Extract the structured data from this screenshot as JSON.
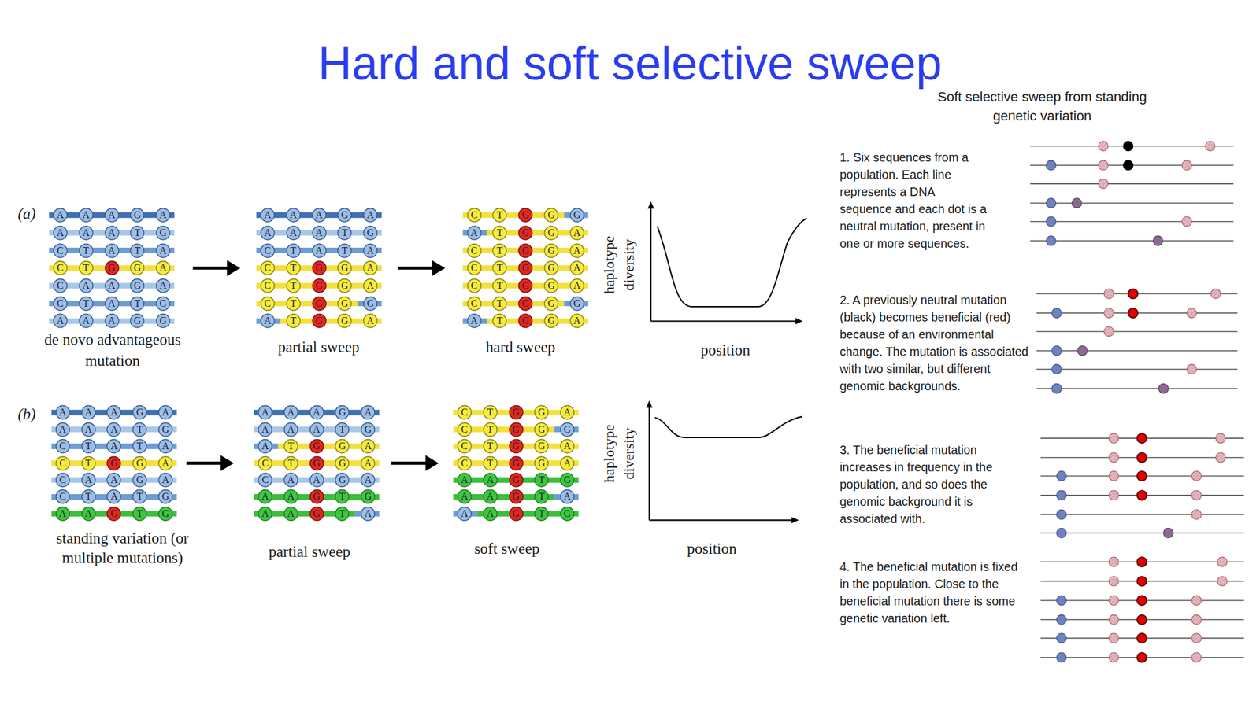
{
  "diagram": {
    "title": "Hard and soft selective sweep",
    "nodes": [
      {
        "text": [
          "A"
        ]
      },
      {
        "text": [
          "A"
        ]
      },
      {
        "text": [
          "A"
        ]
      },
      {
        "text": [
          "G"
        ]
      },
      {
        "text": [
          "A"
        ]
      },
      {
        "text": [
          "A"
        ]
      },
      {
        "text": [
          "A"
        ]
      },
      {
        "text": [
          "A"
        ]
      },
      {
        "text": [
          "T"
        ]
      },
      {
        "text": [
          "G"
        ]
      },
      {
        "text": [
          "C"
        ]
      },
      {
        "text": [
          "T"
        ]
      },
      {
        "text": [
          "A"
        ]
      },
      {
        "text": [
          "T"
        ]
      },
      {
        "text": [
          "A"
        ]
      },
      {
        "text": [
          "C"
        ]
      },
      {
        "text": [
          "T"
        ]
      },
      {
        "text": [
          "G"
        ]
      },
      {
        "text": [
          "G"
        ]
      },
      {
        "text": [
          "A"
        ]
      },
      {
        "text": [
          "C"
        ]
      },
      {
        "text": [
          "A"
        ]
      },
      {
        "text": [
          "A"
        ]
      },
      {
        "text": [
          "G"
        ]
      },
      {
        "text": [
          "A"
        ]
      },
      {
        "text": [
          "C"
        ]
      },
      {
        "text": [
          "T"
        ]
      },
      {
        "text": [
          "A"
        ]
      },
      {
        "text": [
          "T"
        ]
      },
      {
        "text": [
          "G"
        ]
      },
      {
        "text": [
          "A"
        ]
      },
      {
        "text": [
          "A"
        ]
      },
      {
        "text": [
          "A"
        ]
      },
      {
        "text": [
          "G"
        ]
      },
      {
        "text": [
          "G"
        ]
      },
      {
        "text": [
          "A"
        ]
      },
      {
        "text": [
          "A"
        ]
      },
      {
        "text": [
          "A"
        ]
      },
      {
        "text": [
          "G"
        ]
      },
      {
        "text": [
          "A"
        ]
      },
      {
        "text": [
          "A"
        ]
      },
      {
        "text": [
          "A"
        ]
      },
      {
        "text": [
          "A"
        ]
      },
      {
        "text": [
          "T"
        ]
      },
      {
        "text": [
          "G"
        ]
      },
      {
        "text": [
          "C"
        ]
      },
      {
        "text": [
          "T"
        ]
      },
      {
        "text": [
          "A"
        ]
      },
      {
        "text": [
          "T"
        ]
      },
      {
        "text": [
          "A"
        ]
      },
      {
        "text": [
          "C"
        ]
      },
      {
        "text": [
          "T"
        ]
      },
      {
        "text": [
          "G"
        ]
      },
      {
        "text": [
          "G"
        ]
      },
      {
        "text": [
          "A"
        ]
      },
      {
        "text": [
          "C"
        ]
      },
      {
        "text": [
          "T"
        ]
      },
      {
        "text": [
          "G"
        ]
      },
      {
        "text": [
          "G"
        ]
      },
      {
        "text": [
          "A"
        ]
      },
      {
        "text": [
          "C"
        ]
      },
      {
        "text": [
          "T"
        ]
      },
      {
        "text": [
          "G"
        ]
      },
      {
        "text": [
          "G"
        ]
      },
      {
        "text": [
          "G"
        ]
      },
      {
        "text": [
          "A"
        ]
      },
      {
        "text": [
          "T"
        ]
      },
      {
        "text": [
          "G"
        ]
      },
      {
        "text": [
          "G"
        ]
      },
      {
        "text": [
          "A"
        ]
      },
      {
        "text": [
          "C"
        ]
      },
      {
        "text": [
          "T"
        ]
      },
      {
        "text": [
          "G"
        ]
      },
      {
        "text": [
          "G"
        ]
      },
      {
        "text": [
          "G"
        ]
      },
      {
        "text": [
          "A"
        ]
      },
      {
        "text": [
          "T"
        ]
      },
      {
        "text": [
          "G"
        ]
      },
      {
        "text": [
          "G"
        ]
      },
      {
        "text": [
          "A"
        ]
      },
      {
        "text": [
          "C"
        ]
      },
      {
        "text": [
          "T"
        ]
      },
      {
        "text": [
          "G"
        ]
      },
      {
        "text": [
          "G"
        ]
      },
      {
        "text": [
          "A"
        ]
      },
      {
        "text": [
          "C"
        ]
      },
      {
        "text": [
          "T"
        ]
      },
      {
        "text": [
          "G"
        ]
      },
      {
        "text": [
          "G"
        ]
      },
      {
        "text": [
          "A"
        ]
      },
      {
        "text": [
          "C"
        ]
      },
      {
        "text": [
          "T"
        ]
      },
      {
        "text": [
          "G"
        ]
      },
      {
        "text": [
          "G"
        ]
      },
      {
        "text": [
          "A"
        ]
      },
      {
        "text": [
          "C"
        ]
      },
      {
        "text": [
          "T"
        ]
      },
      {
        "text": [
          "G"
        ]
      },
      {
        "text": [
          "G"
        ]
      },
      {
        "text": [
          "G"
        ]
      },
      {
        "text": [
          "A"
        ]
      },
      {
        "text": [
          "T"
        ]
      },
      {
        "text": [
          "G"
        ]
      },
      {
        "text": [
          "G"
        ]
      },
      {
        "text": [
          "A"
        ]
      },
      {
        "text": [
          "A"
        ]
      },
      {
        "text": [
          "A"
        ]
      },
      {
        "text": [
          "A"
        ]
      },
      {
        "text": [
          "G"
        ]
      },
      {
        "text": [
          "A"
        ]
      },
      {
        "text": [
          "A"
        ]
      },
      {
        "text": [
          "A"
        ]
      },
      {
        "text": [
          "A"
        ]
      },
      {
        "text": [
          "T"
        ]
      },
      {
        "text": [
          "G"
        ]
      },
      {
        "text": [
          "C"
        ]
      },
      {
        "text": [
          "T"
        ]
      },
      {
        "text": [
          "A"
        ]
      },
      {
        "text": [
          "T"
        ]
      },
      {
        "text": [
          "A"
        ]
      },
      {
        "text": [
          "C"
        ]
      },
      {
        "text": [
          "T"
        ]
      },
      {
        "text": [
          "G"
        ]
      },
      {
        "text": [
          "G"
        ]
      },
      {
        "text": [
          "A"
        ]
      },
      {
        "text": [
          "C"
        ]
      },
      {
        "text": [
          "A"
        ]
      },
      {
        "text": [
          "A"
        ]
      },
      {
        "text": [
          "G"
        ]
      },
      {
        "text": [
          "A"
        ]
      },
      {
        "text": [
          "C"
        ]
      },
      {
        "text": [
          "T"
        ]
      },
      {
        "text": [
          "A"
        ]
      },
      {
        "text": [
          "T"
        ]
      },
      {
        "text": [
          "G"
        ]
      },
      {
        "text": [
          "A"
        ]
      },
      {
        "text": [
          "A"
        ]
      },
      {
        "text": [
          "G"
        ]
      },
      {
        "text": [
          "T"
        ]
      },
      {
        "text": [
          "G"
        ]
      },
      {
        "text": [
          "A"
        ]
      },
      {
        "text": [
          "A"
        ]
      },
      {
        "text": [
          "A"
        ]
      },
      {
        "text": [
          "G"
        ]
      },
      {
        "text": [
          "A"
        ]
      },
      {
        "text": [
          "A"
        ]
      },
      {
        "text": [
          "A"
        ]
      },
      {
        "text": [
          "A"
        ]
      },
      {
        "text": [
          "T"
        ]
      },
      {
        "text": [
          "G"
        ]
      },
      {
        "text": [
          "A"
        ]
      },
      {
        "text": [
          "T"
        ]
      },
      {
        "text": [
          "G"
        ]
      },
      {
        "text": [
          "G"
        ]
      },
      {
        "text": [
          "A"
        ]
      },
      {
        "text": [
          "C"
        ]
      },
      {
        "text": [
          "T"
        ]
      },
      {
        "text": [
          "G"
        ]
      },
      {
        "text": [
          "G"
        ]
      },
      {
        "text": [
          "A"
        ]
      },
      {
        "text": [
          "C"
        ]
      },
      {
        "text": [
          "A"
        ]
      },
      {
        "text": [
          "A"
        ]
      },
      {
        "text": [
          "G"
        ]
      },
      {
        "text": [
          "A"
        ]
      },
      {
        "text": [
          "A"
        ]
      },
      {
        "text": [
          "A"
        ]
      },
      {
        "text": [
          "G"
        ]
      },
      {
        "text": [
          "T"
        ]
      },
      {
        "text": [
          "G"
        ]
      },
      {
        "text": [
          "A"
        ]
      },
      {
        "text": [
          "A"
        ]
      },
      {
        "text": [
          "G"
        ]
      },
      {
        "text": [
          "T"
        ]
      },
      {
        "text": [
          "A"
        ]
      },
      {
        "text": [
          "C"
        ]
      },
      {
        "text": [
          "T"
        ]
      },
      {
        "text": [
          "G"
        ]
      },
      {
        "text": [
          "G"
        ]
      },
      {
        "text": [
          "A"
        ]
      },
      {
        "text": [
          "C"
        ]
      },
      {
        "text": [
          "T"
        ]
      },
      {
        "text": [
          "G"
        ]
      },
      {
        "text": [
          "G"
        ]
      },
      {
        "text": [
          "G"
        ]
      },
      {
        "text": [
          "C"
        ]
      },
      {
        "text": [
          "T"
        ]
      },
      {
        "text": [
          "G"
        ]
      },
      {
        "text": [
          "G"
        ]
      },
      {
        "text": [
          "A"
        ]
      },
      {
        "text": [
          "C"
        ]
      },
      {
        "text": [
          "T"
        ]
      },
      {
        "text": [
          "G"
        ]
      },
      {
        "text": [
          "G"
        ]
      },
      {
        "text": [
          "A"
        ]
      },
      {
        "text": [
          "A"
        ]
      },
      {
        "text": [
          "A"
        ]
      },
      {
        "text": [
          "G"
        ]
      },
      {
        "text": [
          "T"
        ]
      },
      {
        "text": [
          "G"
        ]
      },
      {
        "text": [
          "A"
        ]
      },
      {
        "text": [
          "A"
        ]
      },
      {
        "text": [
          "G"
        ]
      },
      {
        "text": [
          "T"
        ]
      },
      {
        "text": [
          "A"
        ]
      },
      {
        "text": [
          "A"
        ]
      },
      {
        "text": [
          "A"
        ]
      },
      {
        "text": [
          "G"
        ]
      },
      {
        "text": [
          "T"
        ]
      },
      {
        "text": [
          "G"
        ]
      }
    ],
    "labels": [
      "(a)",
      "de novo advantageous mutation",
      "partial sweep",
      "hard sweep",
      "haplotype diversity",
      "position",
      "(b)",
      "standing variation (or multiple mutations)",
      "partial sweep",
      "soft sweep",
      "haplotype diversity",
      "position",
      "Soft selective sweep from standing genetic variation",
      "1. Six sequences from a population. Each line represents a DNA sequence and each dot is a neutral mutation, present in one or more sequences.",
      "2. A previously neutral mutation (black) becomes beneficial (red) because of an environmental change. The mutation is associated with two similar, but different genomic backgrounds.",
      "3. The beneficial mutation increases in frequency in the population, and so does the genomic background it is associated with.",
      "4. The beneficial mutation is fixed in the population. Close to the beneficial mutation there is some genetic variation left."
    ]
  }
}
